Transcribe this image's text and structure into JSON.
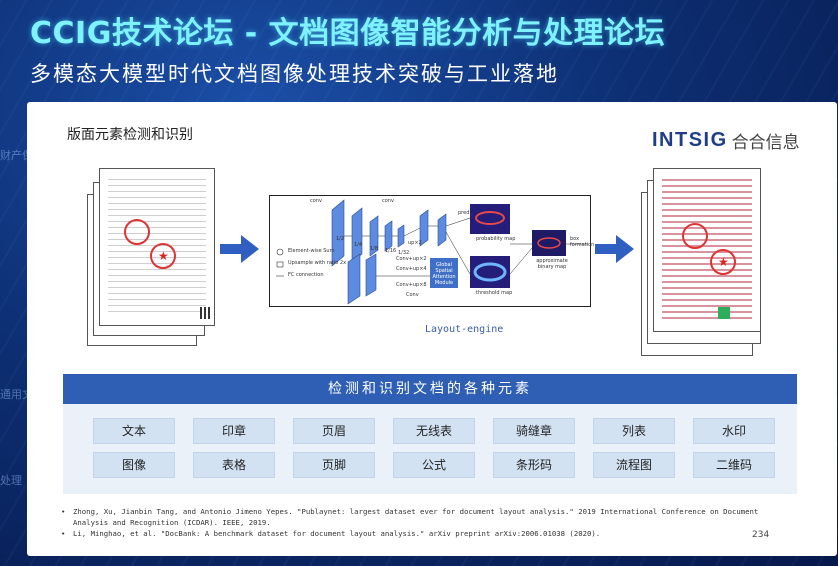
{
  "header": {
    "title": "CCIG技术论坛 - 文档图像智能分析与处理论坛",
    "subtitle": "多模态大模型时代文档图像处理技术突破与工业落地"
  },
  "background_labels": [
    "财产保",
    "通用文",
    "处理"
  ],
  "slide": {
    "heading": "版面元素检测和识别",
    "logo_en": "INTSIG",
    "logo_cn": "合合信息",
    "diagram_caption": "Layout-engine",
    "diagram_labels": {
      "legend": [
        "Element-wise Sum",
        "Upsample with ratio 2x",
        "FC connection"
      ],
      "module": "Global Spatial Attention Module",
      "maps": [
        "probability map",
        "threshold map",
        "approximate binary map"
      ],
      "ops": [
        "conv",
        "conv",
        "up×2",
        "Conv+up×2",
        "Conv+up×4",
        "Conv+up×8",
        "Conv",
        "1/2",
        "1/4",
        "1/8",
        "1/16",
        "1/32",
        "pred",
        "box formation"
      ]
    },
    "elements_title": "检测和识别文档的各种元素",
    "elements": [
      [
        "文本",
        "印章",
        "页眉",
        "无线表",
        "骑缝章",
        "列表",
        "水印"
      ],
      [
        "图像",
        "表格",
        "页脚",
        "公式",
        "条形码",
        "流程图",
        "二维码"
      ]
    ],
    "references": [
      "Zhong, Xu, Jianbin Tang, and Antonio Jimeno Yepes. \"Publaynet: largest dataset ever for document layout analysis.\" 2019 International Conference on Document Analysis and Recognition (ICDAR). IEEE, 2019.",
      "Li, Minghao, et al. \"DocBank: A benchmark dataset for document layout analysis.\" arXiv preprint arXiv:2006.01038 (2020)."
    ],
    "page_number": "234"
  },
  "colors": {
    "title": "#7ef2ff",
    "accent": "#2e5fb5",
    "chip": "#d3e2f3",
    "seal": "#d33333"
  }
}
